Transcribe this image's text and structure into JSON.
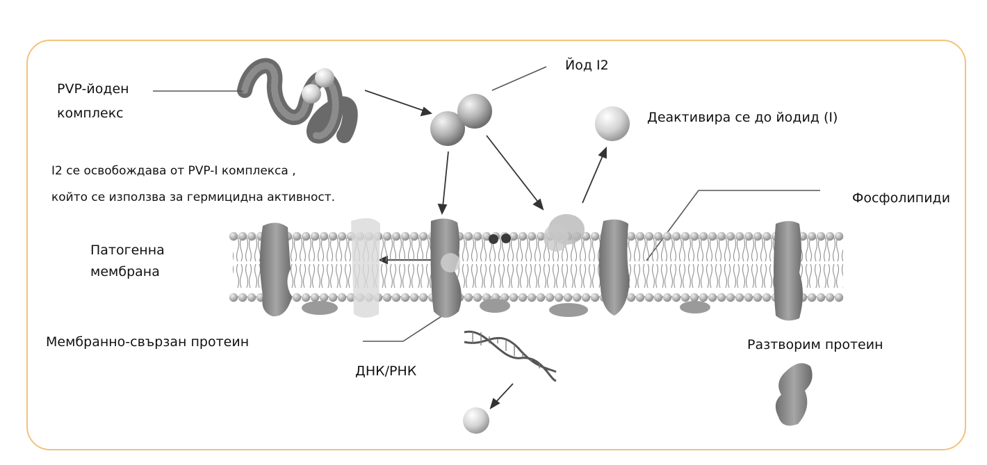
{
  "labels": {
    "pvp_complex_line1": "PVP-йоден",
    "pvp_complex_line2": "комплекс",
    "iodine": "Йод I2",
    "deactivates": "Деактивира се до йодид (I)",
    "release_line1": "I2 се освобождава от PVP-I комплекса ,",
    "release_line2": "който се използва за гермицидна активност.",
    "phospholipids": "Фосфолипиди",
    "pathogen_membrane_line1": "Патогенна",
    "pathogen_membrane_line2": "мембрана",
    "membrane_protein": "Мембранно-свързан протеин",
    "dna_rna": "ДНК/РНК",
    "soluble_protein": "Разтворим протеин"
  },
  "colors": {
    "frame": "#f3c27a",
    "molecule": "#a9a9a9",
    "membrane": "#bdbdbd",
    "protein": "#8a8a8a"
  }
}
